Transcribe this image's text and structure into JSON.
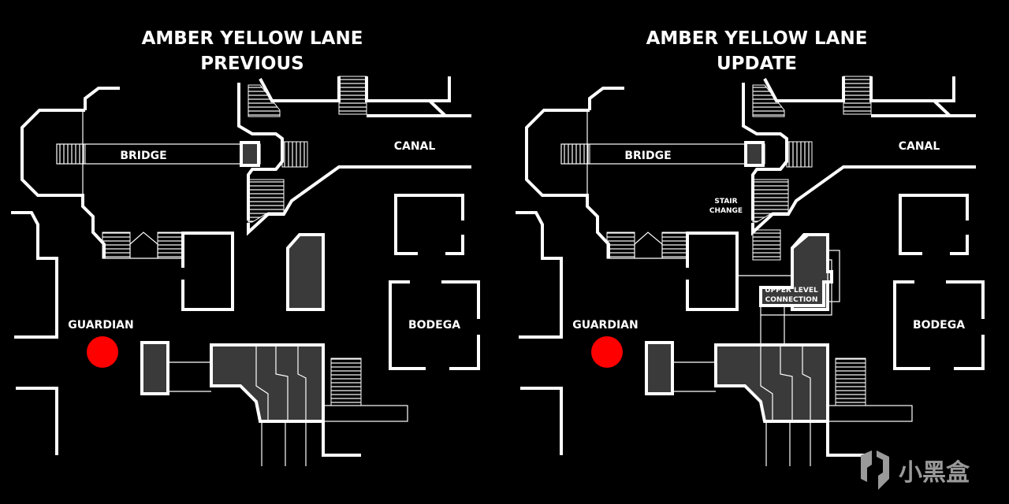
{
  "maps": [
    {
      "title_line1": "AMBER YELLOW LANE",
      "title_line2": "PREVIOUS",
      "labels": {
        "bridge": "BRIDGE",
        "canal": "CANAL",
        "guardian": "GUARDIAN",
        "bodega": "BODEGA"
      }
    },
    {
      "title_line1": "AMBER YELLOW LANE",
      "title_line2": "UPDATE",
      "labels": {
        "bridge": "BRIDGE",
        "canal": "CANAL",
        "guardian": "GUARDIAN",
        "bodega": "BODEGA",
        "stair_change_1": "STAIR",
        "stair_change_2": "CHANGE",
        "upper_level_1": "UPPER LEVEL",
        "upper_level_2": "CONNECTION"
      }
    }
  ],
  "colors": {
    "guardian_marker": "#ff0000",
    "wall": "#ffffff",
    "structure_fill": "#3a3a3a"
  },
  "watermark": {
    "text": "小黑盒"
  }
}
